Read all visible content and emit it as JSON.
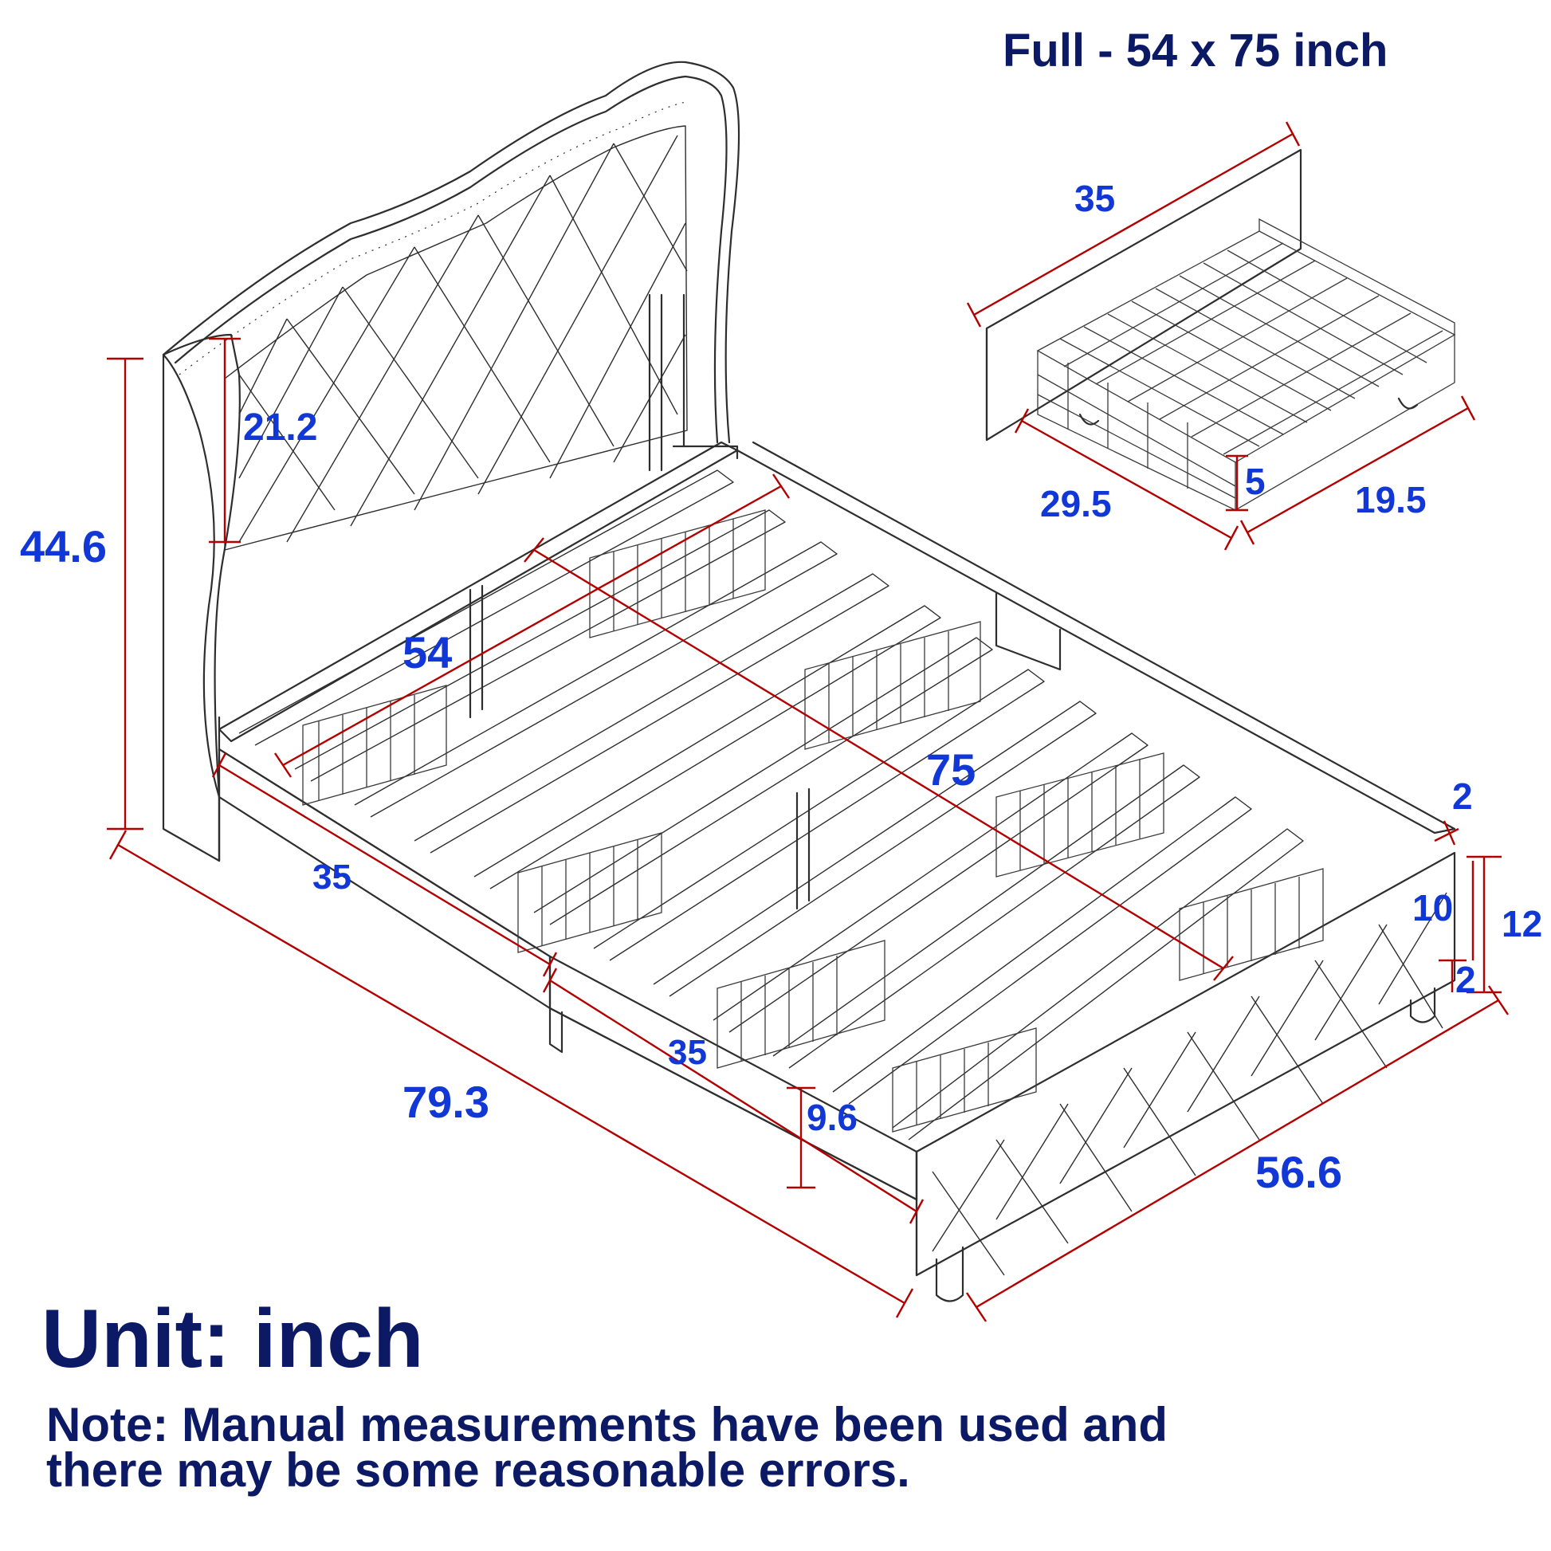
{
  "header": {
    "title": "Full - 54 x 75 inch"
  },
  "colors": {
    "dimension_line": "#b30000",
    "dimension_label": "#1137d6",
    "heading": "#0c1a66",
    "outline": "#2e2e2e"
  },
  "dimensions": {
    "overall_height": "44.6",
    "headboard_panel": "21.2",
    "mattress_width": "54",
    "mattress_length": "75",
    "side_rail_front": "35",
    "side_rail_rear": "35",
    "overall_length": "79.3",
    "frame_height_side": "9.6",
    "overall_width": "56.6",
    "rail_thickness": "2",
    "footboard_panel": "10",
    "footboard_total": "12",
    "leg_height": "2"
  },
  "drawer": {
    "front_width": "35",
    "depth": "29.5",
    "width": "19.5",
    "height": "5"
  },
  "footer": {
    "unit": "Unit: inch",
    "note_line1": "Note: Manual measurements have been used and",
    "note_line2": "there may be some reasonable errors."
  }
}
